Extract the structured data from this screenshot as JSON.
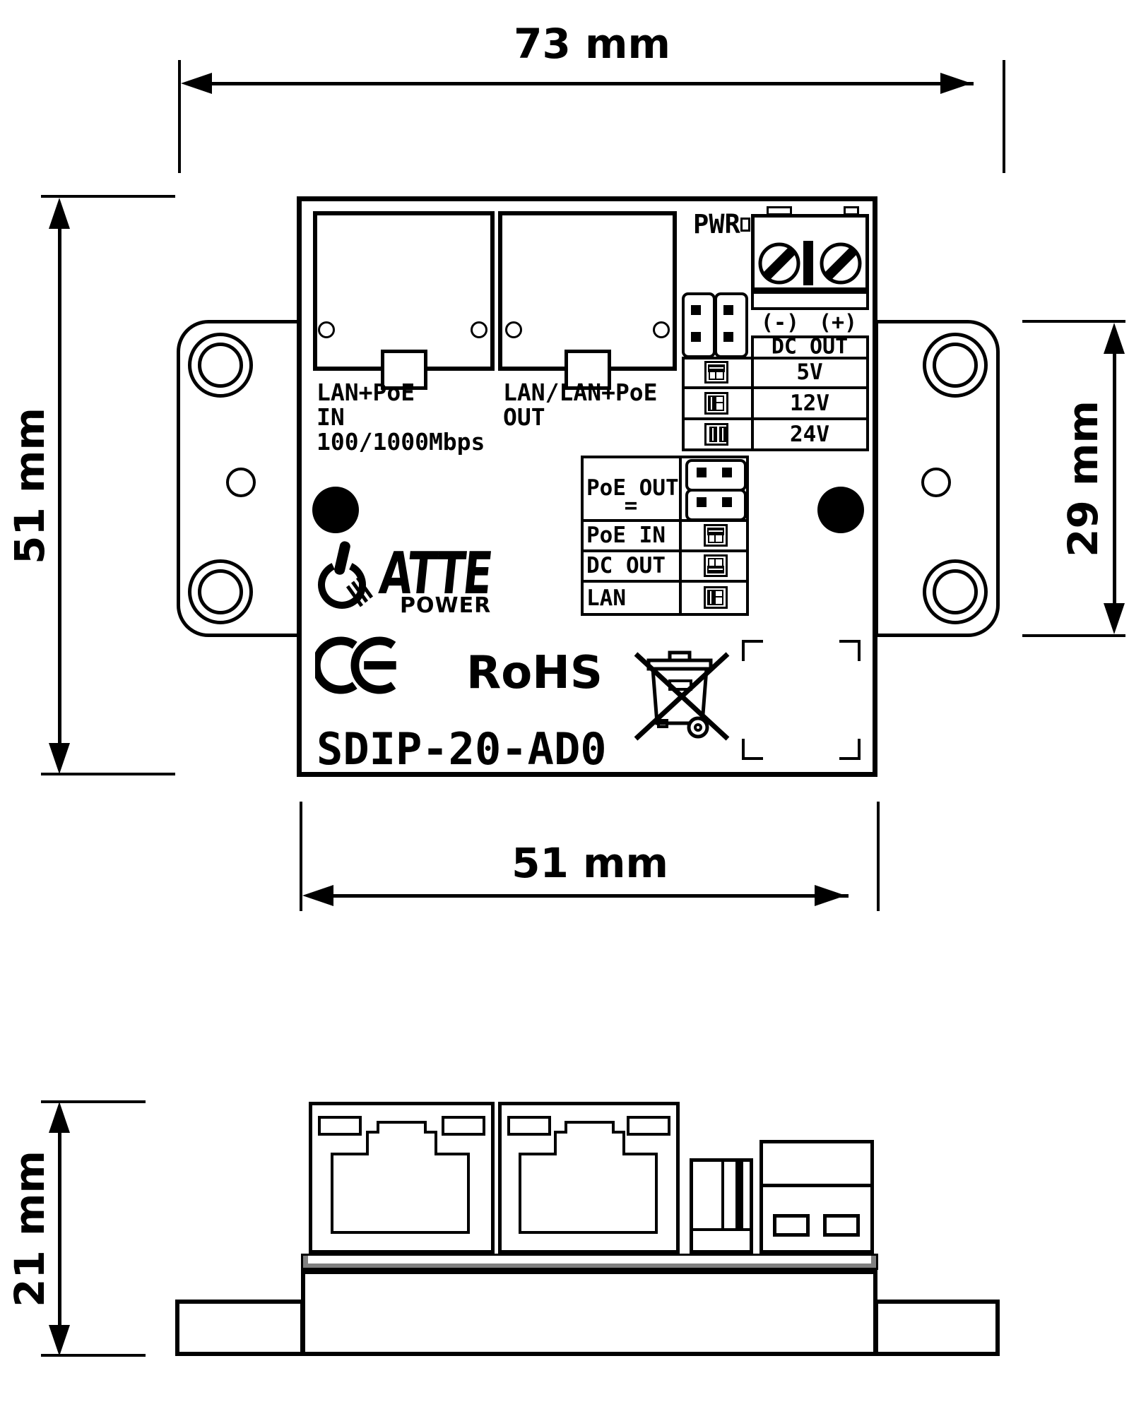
{
  "title": "SDIP-20-AD0 dimensional drawing",
  "dimensions": {
    "overall_width": "73 mm",
    "body_height": "51 mm",
    "ear_height": "29 mm",
    "body_width": "51 mm",
    "side_height": "21 mm"
  },
  "top_view": {
    "pwr_label": "PWR",
    "port_in": {
      "line1": "LAN+PoE",
      "line2": "IN",
      "line3": "100/1000Mbps"
    },
    "port_out": {
      "line1": "LAN/LAN+PoE",
      "line2": "OUT"
    },
    "polarity_neg": "(-)",
    "polarity_pos": "(+)",
    "dc_out_table": {
      "header": "DC OUT",
      "rows": [
        {
          "voltage": "5V",
          "jumper": "jumper-horizontal-top"
        },
        {
          "voltage": "12V",
          "jumper": "jumper-vertical-left"
        },
        {
          "voltage": "24V",
          "jumper": "jumper-dual-vertical"
        }
      ]
    },
    "mode_table": {
      "rows": [
        {
          "label": "PoE OUT",
          "sublabel": "=",
          "jumper": "jumper-block-2x2"
        },
        {
          "label": "PoE IN",
          "jumper": "jumper-horizontal-top"
        },
        {
          "label": "DC OUT",
          "jumper": "jumper-horizontal-bottom"
        },
        {
          "label": "LAN",
          "jumper": "jumper-vertical-left"
        }
      ]
    },
    "brand": {
      "name": "ATTE",
      "subtitle": "POWER"
    },
    "certifications": {
      "ce": "CE",
      "rohs": "RoHS",
      "weee": "WEEE crossed-out bin"
    },
    "model": "SDIP-20-AD0"
  },
  "colors": {
    "line": "#000000",
    "pcb_gray": "#808080",
    "background": "#ffffff"
  }
}
